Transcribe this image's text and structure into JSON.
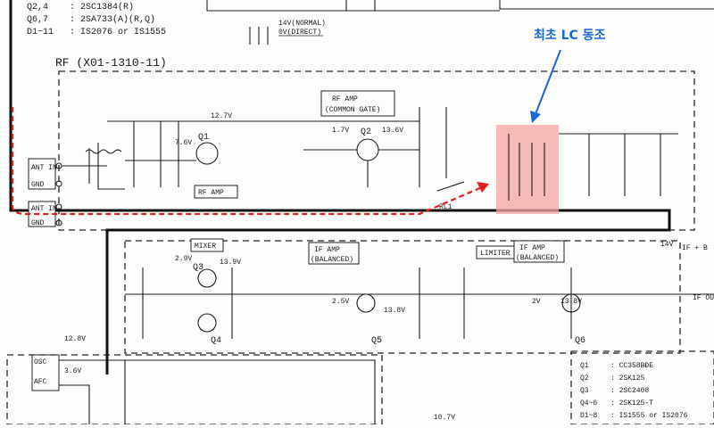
{
  "header_list": [
    {
      "ref": "Q2,4",
      "part": ": 2SC1384(R)"
    },
    {
      "ref": "Q6,7",
      "part": ": 2SA733(A)(R,Q)"
    },
    {
      "ref": "D1~11",
      "part": ": IS2076 or IS1555"
    }
  ],
  "supply_label": {
    "line1": "14V(NORMAL)",
    "line2": "0V(DIRECT)"
  },
  "rf_section_title": "RF (X01-1310-11)",
  "annotation": {
    "text": "최초 LC 동조",
    "color": "#1a66d6",
    "highlight_color": "#f5a3a3",
    "path_color": "#e02020"
  },
  "blocks": {
    "rf_amp_common_gate": {
      "line1": "RF AMP",
      "line2": "(COMMON GATE)"
    },
    "rf_amp": "RF AMP",
    "mixer": "MIXER",
    "if_amp_balanced_1": {
      "line1": "IF AMP",
      "line2": "(BALANCED)"
    },
    "limiter": "LIMITER",
    "if_amp_balanced_2": {
      "line1": "IF AMP",
      "line2": "(BALANCED)"
    }
  },
  "transistors": [
    "Q1",
    "Q2",
    "Q3",
    "Q4",
    "Q5",
    "Q6"
  ],
  "io_labels": {
    "ant_in": "ANT IN",
    "ant_in2": "ANT IN",
    "gnd": "GND",
    "gnd2": "GND",
    "osc": "OSC",
    "afc": "AFC",
    "if_out": "IF OUT",
    "if_pos": "IF + B",
    "rl1": "RL1",
    "supply_14v": "14V"
  },
  "voltages": [
    "12.7V",
    "7.6V",
    "1.7V",
    "13.6V",
    "2.9V",
    "13.9V",
    "2.5V",
    "13.8V",
    "2V",
    "13.8V",
    "12.8V",
    "3.6V",
    "10.7V"
  ],
  "parts_list": [
    {
      "ref": "Q1",
      "part": ": CC358BDE"
    },
    {
      "ref": "Q2",
      "part": ": 2SK125"
    },
    {
      "ref": "Q3",
      "part": ": 2SC2408"
    },
    {
      "ref": "Q4~6",
      "part": ": 2SK125-T"
    },
    {
      "ref": "D1~8",
      "part": ": IS1555 or IS2076"
    }
  ]
}
